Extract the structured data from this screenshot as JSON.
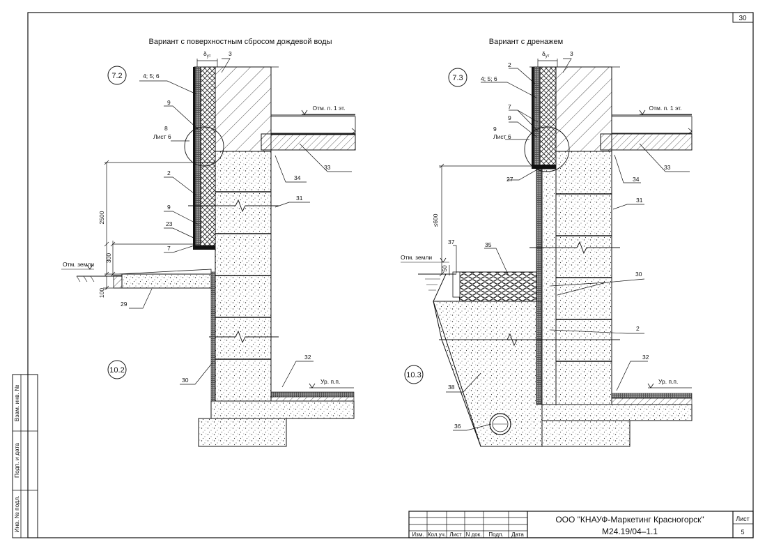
{
  "sheet": {
    "page_number_corner": "30",
    "left_stamp": [
      "Взам. инв. №",
      "Подп. и дата",
      "Инв. № подл."
    ]
  },
  "left_drawing": {
    "title": "Вариант с поверхностным сбросом дождевой воды",
    "node_top": "7.2",
    "node_bottom": "10.2",
    "delta_label": "δ",
    "delta_sub": "ут",
    "labels": {
      "l3": "3",
      "l456": "4; 5; 6",
      "l9a": "9",
      "l8": "8",
      "list6": "Лист 6",
      "l2": "2",
      "l9b": "9",
      "l23": "23",
      "l7": "7",
      "l34": "34",
      "l33": "33",
      "l31": "31",
      "l29": "29",
      "l30": "30",
      "l32": "32",
      "floor": "Отм. п. 1 эт.",
      "ground": "Отм. земли",
      "ppl": "Ур. п.п."
    },
    "dims": {
      "d2500": "2500",
      "d300": "300",
      "d100": "100"
    }
  },
  "right_drawing": {
    "title": "Вариант с дренажем",
    "node_top": "7.3",
    "node_bottom": "10.3",
    "delta_label": "δ",
    "delta_sub": "ут",
    "labels": {
      "l2a": "2",
      "l3": "3",
      "l456": "4; 5; 6",
      "l7": "7",
      "l9a": "9",
      "l9b": "9",
      "list6": "Лист 6",
      "l27": "27",
      "l34": "34",
      "l33": "33",
      "l31": "31",
      "l37": "37",
      "l35": "35",
      "l30": "30",
      "l2b": "2",
      "l32": "32",
      "l38": "38",
      "l36": "36",
      "floor": "Отм. п. 1 эт.",
      "ground": "Отм. земли",
      "ppl": "Ур. п.п."
    },
    "dims": {
      "d600": "≤600",
      "d50": "50"
    }
  },
  "title_block": {
    "company": "ООО \"КНАУФ-Маркетинг Красногорск\"",
    "code": "М24.19/04–1.1",
    "sheet_label": "Лист",
    "sheet_number": "5",
    "columns": [
      "Изм.",
      "Кол.уч.",
      "Лист",
      "N док.",
      "Подп.",
      "Дата"
    ]
  }
}
